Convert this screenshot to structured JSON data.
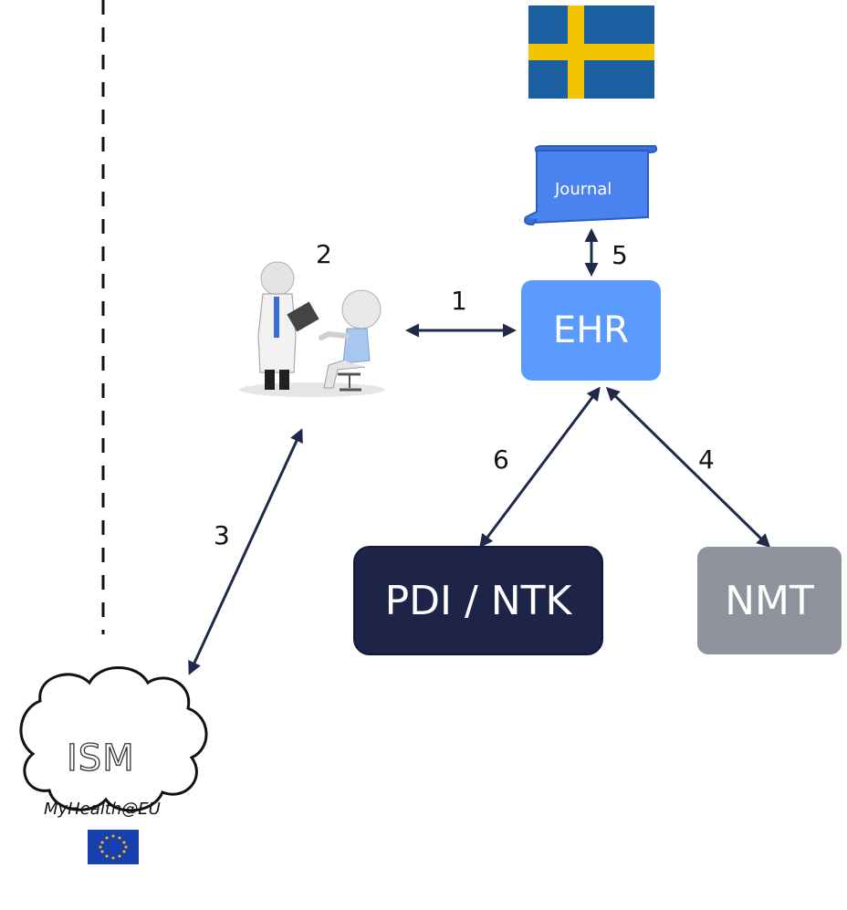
{
  "nodes": {
    "ehr": "EHR",
    "pdi_ntk": "PDI / NTK",
    "nmt": "NMT",
    "journal": "Journal",
    "ism": "ISM",
    "myhealth": "MyHealth@EU"
  },
  "edge_labels": {
    "e1": "1",
    "e2": "2",
    "e3": "3",
    "e4": "4",
    "e5": "5",
    "e6": "6"
  },
  "colors": {
    "ehr": "#5b9aff",
    "pdi_ntk": "#1e2447",
    "nmt": "#8e929d",
    "journal": "#4a82f0",
    "arrow": "#1f2a4a",
    "flag_blue": "#1a5fa0",
    "flag_yellow": "#f5c400",
    "eu_blue": "#1a3fb0"
  },
  "icons": {
    "flag": "sweden-flag-icon",
    "eu": "eu-flag-icon",
    "people": "doctor-patient-icon",
    "cloud": "cloud-icon",
    "scroll": "scroll-icon"
  }
}
